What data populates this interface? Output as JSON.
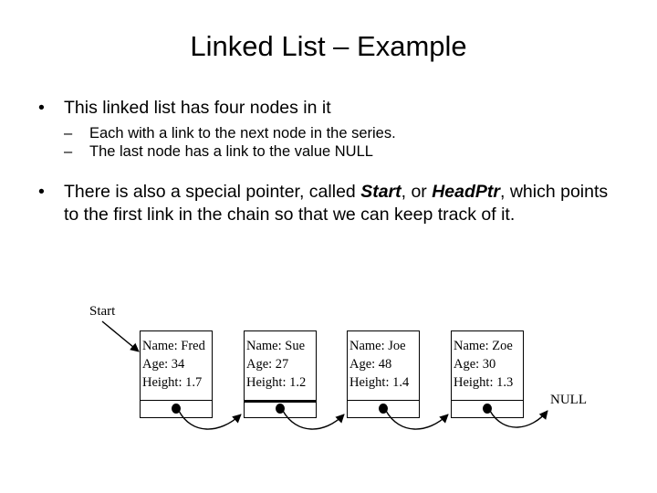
{
  "slide": {
    "title": "Linked List – Example",
    "background_color": "#ffffff",
    "text_color": "#000000"
  },
  "body": {
    "bullet_glyph": "•",
    "subbullet_glyph": "–",
    "groups": [
      {
        "level1": "This linked list has four nodes in it",
        "level2": [
          "Each with a link to the next node in the series.",
          "The last node has a link to the value NULL"
        ]
      }
    ],
    "paragraph": {
      "part1": "There is also a special pointer, called ",
      "emphasis1": "Start",
      "part2": ", or ",
      "emphasis2": "Head",
      "emphasis2b": "Ptr",
      "part3": ", which points to the first link in the chain so that we can keep track of it."
    }
  },
  "diagram": {
    "start_label": "Start",
    "null_label": "NULL",
    "field_labels": {
      "name": "Name:",
      "age": "Age:",
      "height": "Height:"
    },
    "nodes": [
      {
        "name_line": "Name: Fred",
        "age_line": "Age: 34",
        "height_line": "Height: 1.7",
        "name": "Fred",
        "age": "34",
        "height": "1.7"
      },
      {
        "name_line": "Name: Sue",
        "age_line": "Age: 27",
        "height_line": "Height: 1.2",
        "name": "Sue",
        "age": "27",
        "height": "1.2"
      },
      {
        "name_line": "Name: Joe",
        "age_line": "Age: 48",
        "height_line": "Height: 1.4",
        "name": "Joe",
        "age": "48",
        "height": "1.4"
      },
      {
        "name_line": "Name: Zoe",
        "age_line": "Age: 30",
        "height_line": "Height: 1.3",
        "name": "Zoe",
        "age": "30",
        "height": "1.3"
      }
    ]
  }
}
